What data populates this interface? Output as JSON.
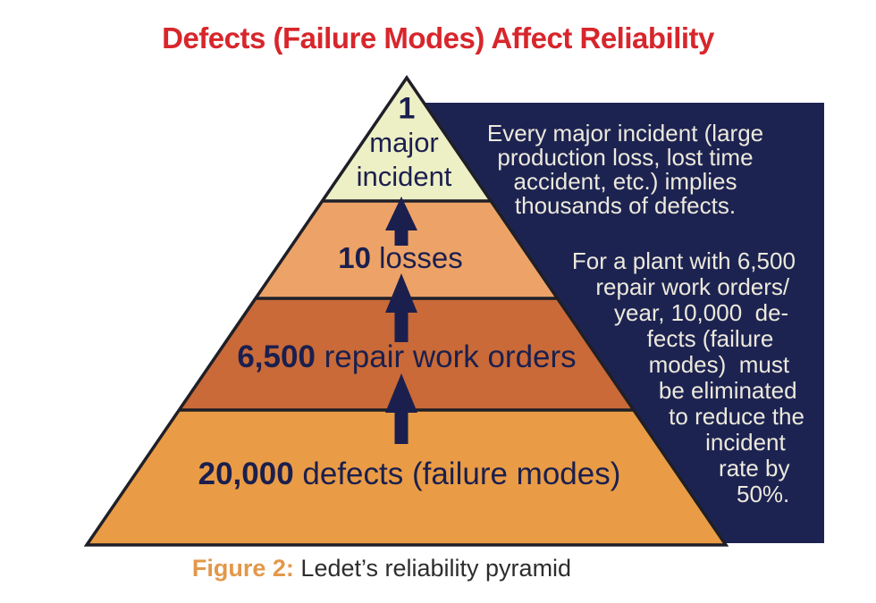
{
  "title": "Defects (Failure Modes) Affect Reliability",
  "pyramid": {
    "name": "Ledet's reliability pyramid",
    "levels": [
      {
        "count": "1",
        "label": "major incident",
        "label_line1": "major",
        "label_line2": "incident",
        "color": "#edefc5"
      },
      {
        "count": "10",
        "label": " losses",
        "color": "#eda367"
      },
      {
        "count": "6,500",
        "label": " repair work orders",
        "color": "#c96a38"
      },
      {
        "count": "20,000",
        "label": " defects (failure modes)",
        "color": "#e99c45"
      }
    ]
  },
  "panel": {
    "note1_lines": [
      "Every major incident (large",
      "production loss, lost time",
      "accident, etc.) implies",
      "thousands of defects."
    ],
    "note2_lines": [
      "For a plant with 6,500",
      "repair work orders/",
      "year, 10,000  de-",
      "fects (failure",
      "modes)  must",
      "be eliminated",
      "to reduce the",
      "incident",
      "rate by",
      "50%."
    ]
  },
  "caption": {
    "figure_label": "Figure 2:",
    "text": " Ledet’s reliability pyramid"
  },
  "colors": {
    "title_red": "#d7262c",
    "panel_navy": "#1d2351",
    "panel_text": "#ece9dc",
    "arrow_navy": "#1b1f4e",
    "label_navy": "#1b1f4e",
    "outline": "#1f1f28",
    "caption_orange": "#e2984a"
  }
}
